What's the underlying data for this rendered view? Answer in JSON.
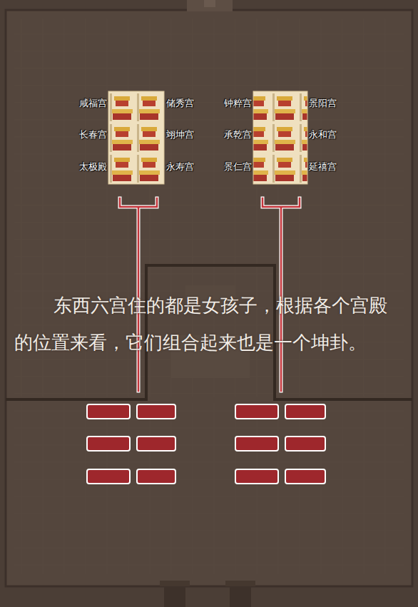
{
  "diagram": {
    "labels": [
      "咸福宫",
      "储秀宫",
      "长春宫",
      "翊坤宫",
      "太极殿",
      "永寿宫",
      "钟粹宫",
      "景阳宫",
      "承乾宫",
      "永和宫",
      "景仁宫",
      "延禧宫",
      "东西六宫住的都是女孩子，根据各个宫殿的位置来看，它们组合起来也是一个坤卦。"
    ]
  }
}
